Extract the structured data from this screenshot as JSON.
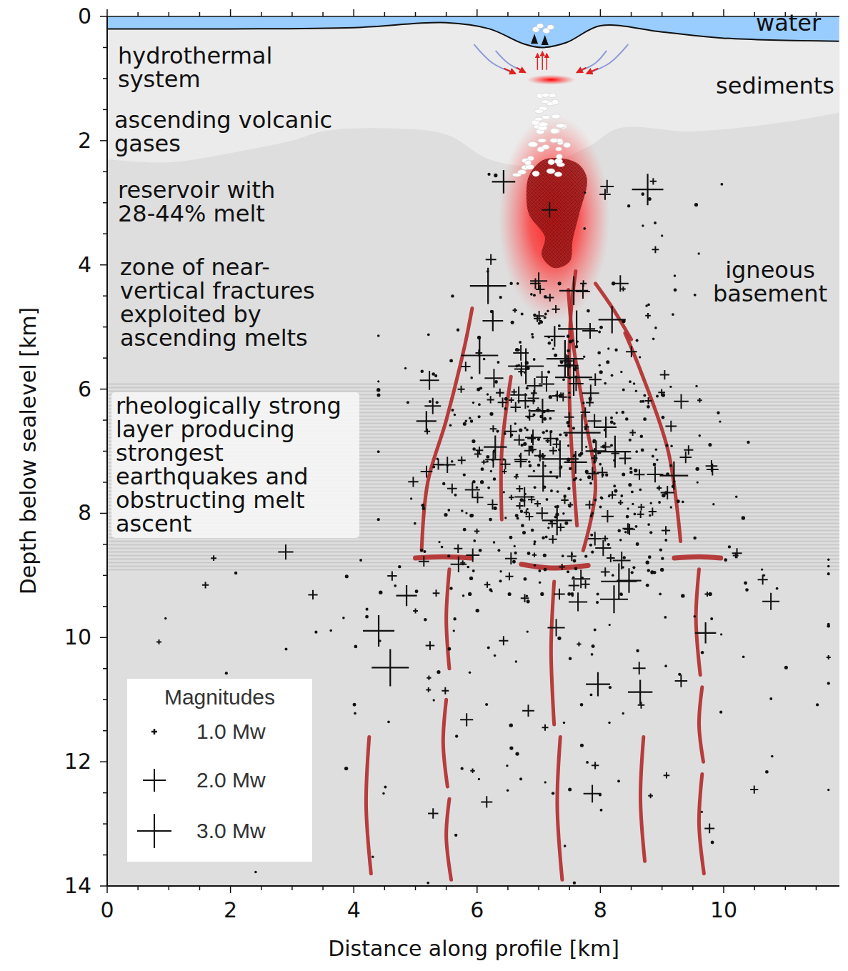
{
  "diagram": {
    "nodes": [
      {
        "text": [
          "rheologically strong layer producing strongest earthquakes and obstructing melt ascent"
        ]
      }
    ],
    "labels": [
      "water",
      "hydrothermal system",
      "sediments",
      "ascending volcanic gases",
      "reservoir with 28-44% melt",
      "zone of near-vertical fractures exploited by ascending melts",
      "igneous basement",
      "Magnitudes",
      "Depth below sealevel [km]",
      "Distance along profile [km]",
      "0",
      "2",
      "4",
      "6",
      "8",
      "10",
      "12",
      "14",
      "0",
      "2",
      "4",
      "6",
      "8",
      "10"
    ],
    "legend": [
      {
        "text": "1.0 Mw"
      },
      {
        "text": "2.0 Mw"
      },
      {
        "text": "3.0 Mw"
      }
    ]
  }
}
